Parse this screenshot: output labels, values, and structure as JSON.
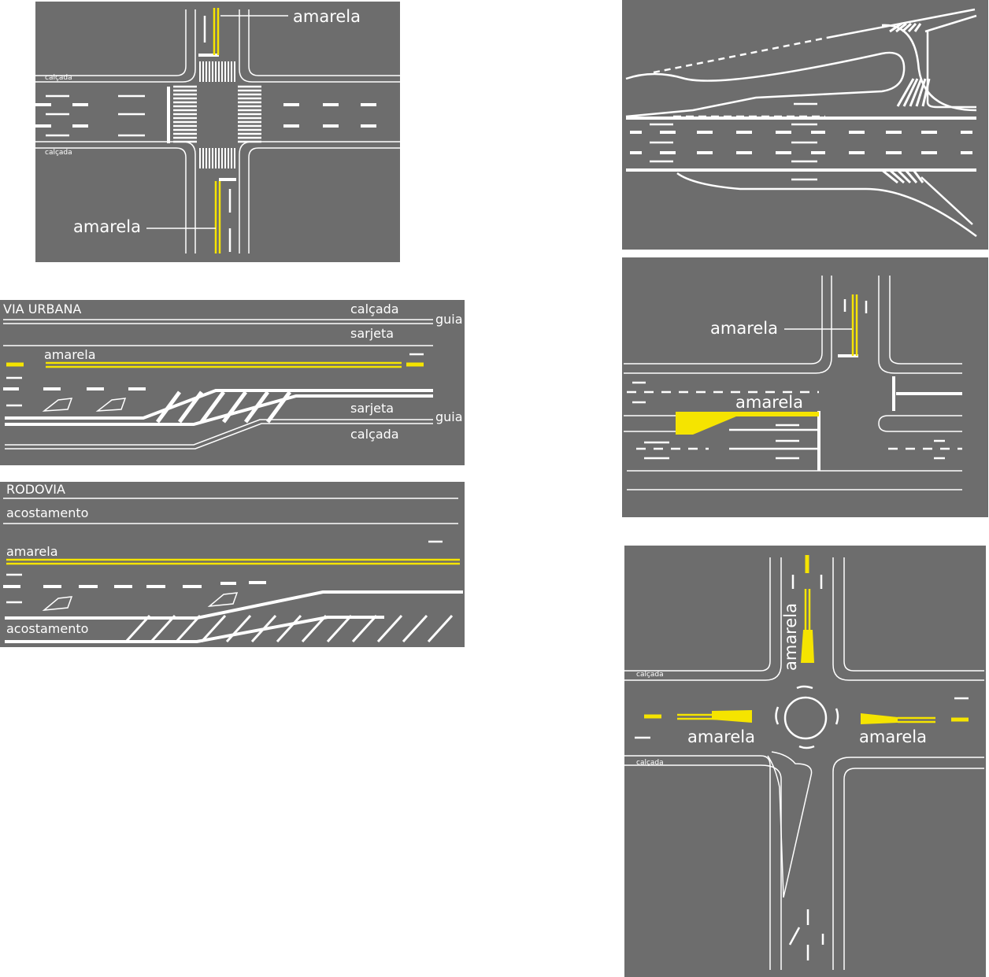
{
  "colors": {
    "road": "#6d6d6d",
    "marking": "#ffffff",
    "yellow": "#f5e400"
  },
  "panel_intersection": {
    "label_top": "amarela",
    "label_bottom": "amarela",
    "sidewalk_top": "calçada",
    "sidewalk_bottom": "calçada"
  },
  "panel_urban": {
    "title": "VIA URBANA",
    "calcada_top": "calçada",
    "guia_top": "guia",
    "sarjeta_top": "sarjeta",
    "amarela": "amarela",
    "sarjeta_bottom": "sarjeta",
    "guia_bottom": "guia",
    "calcada_bottom": "calçada"
  },
  "panel_highway": {
    "title": "RODOVIA",
    "acostamento_top": "acostamento",
    "amarela": "amarela",
    "acostamento_bottom": "acostamento"
  },
  "panel_tee": {
    "label": "amarela"
  },
  "panel_channel": {
    "label": "amarela"
  },
  "panel_roundabout": {
    "label_north": "amarela",
    "label_west": "amarela",
    "label_east": "amarela",
    "sidewalk_top": "calçada",
    "sidewalk_bottom": "calçada"
  }
}
